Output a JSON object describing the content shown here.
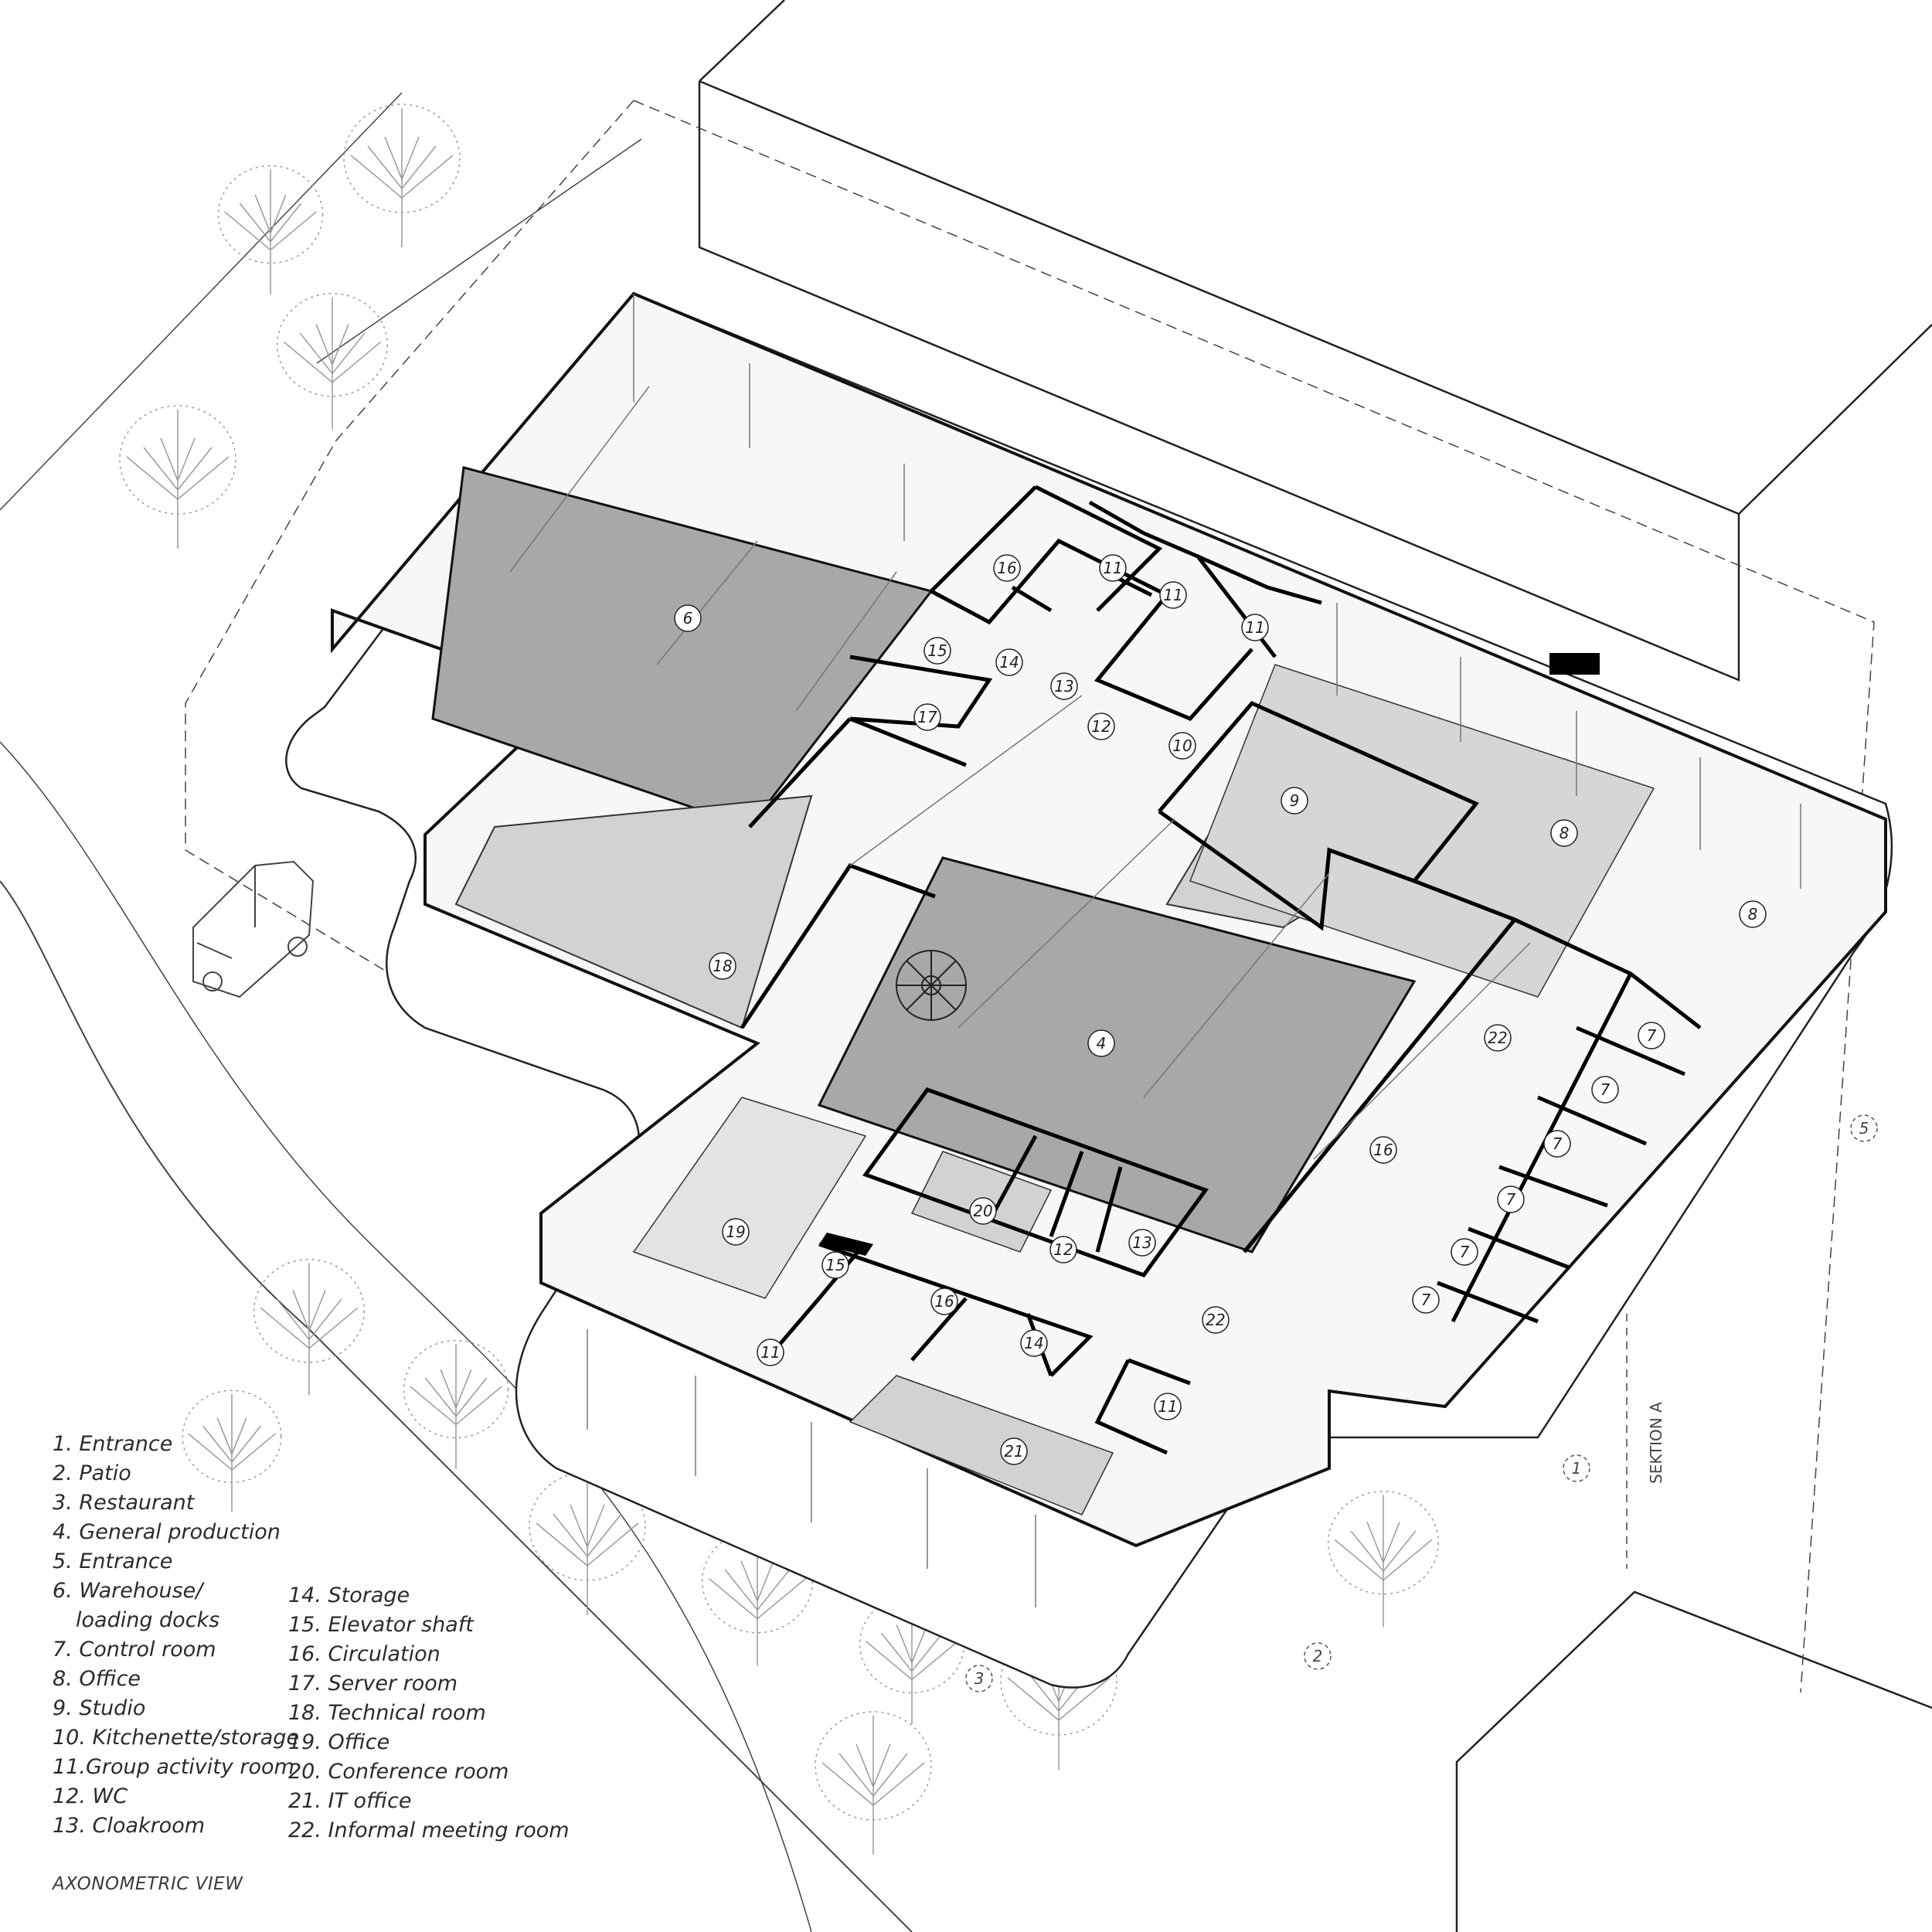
{
  "title": "AXONOMETRIC VIEW",
  "legend": {
    "column1": [
      {
        "text": "1.  Entrance"
      },
      {
        "text": "2.  Patio"
      },
      {
        "text": "3.  Restaurant"
      },
      {
        "text": "4.  General production"
      },
      {
        "text": "5.  Entrance"
      },
      {
        "text": "6.  Warehouse/"
      },
      {
        "text": "loading docks",
        "indent": true
      },
      {
        "text": "7.  Control room"
      },
      {
        "text": "8. Office"
      },
      {
        "text": "9. Studio"
      },
      {
        "text": "10. Kitchenette/storage"
      },
      {
        "text": "11.Group activity room"
      },
      {
        "text": "12. WC"
      },
      {
        "text": "13. Cloakroom"
      }
    ],
    "column2": [
      {
        "text": "14. Storage"
      },
      {
        "text": "15. Elevator shaft"
      },
      {
        "text": "16. Circulation"
      },
      {
        "text": "17. Server room"
      },
      {
        "text": "18. Technical room"
      },
      {
        "text": "19. Office"
      },
      {
        "text": "20. Conference room"
      },
      {
        "text": "21. IT office"
      },
      {
        "text": "22. Informal meeting room"
      }
    ]
  },
  "section_label": "SEKTION A",
  "room_labels": [
    {
      "id": "6",
      "room": "warehouse"
    },
    {
      "id": "16",
      "room": "circulation-north"
    },
    {
      "id": "11",
      "room": "group-activity-north-1"
    },
    {
      "id": "11",
      "room": "group-activity-north-2"
    },
    {
      "id": "11",
      "room": "group-activity-north-3"
    },
    {
      "id": "15",
      "room": "elevator-north"
    },
    {
      "id": "14",
      "room": "storage-north"
    },
    {
      "id": "13",
      "room": "cloakroom-north"
    },
    {
      "id": "12",
      "room": "wc-north"
    },
    {
      "id": "10",
      "room": "kitchenette"
    },
    {
      "id": "17",
      "room": "server-room"
    },
    {
      "id": "9",
      "room": "studio"
    },
    {
      "id": "8",
      "room": "office-east-1"
    },
    {
      "id": "8",
      "room": "office-east-2"
    },
    {
      "id": "18",
      "room": "technical-room"
    },
    {
      "id": "4",
      "room": "general-production"
    },
    {
      "id": "22",
      "room": "informal-meeting-east"
    },
    {
      "id": "7",
      "room": "control-room-1"
    },
    {
      "id": "7",
      "room": "control-room-2"
    },
    {
      "id": "7",
      "room": "control-room-3"
    },
    {
      "id": "7",
      "room": "control-room-4"
    },
    {
      "id": "7",
      "room": "control-room-5"
    },
    {
      "id": "7",
      "room": "control-room-6"
    },
    {
      "id": "16",
      "room": "circulation-east"
    },
    {
      "id": "20",
      "room": "conference-room"
    },
    {
      "id": "19",
      "room": "office-west"
    },
    {
      "id": "15",
      "room": "elevator-south"
    },
    {
      "id": "12",
      "room": "wc-south"
    },
    {
      "id": "13",
      "room": "cloakroom-south"
    },
    {
      "id": "16",
      "room": "circulation-south"
    },
    {
      "id": "14",
      "room": "storage-south"
    },
    {
      "id": "22",
      "room": "informal-meeting-south"
    },
    {
      "id": "11",
      "room": "group-activity-south-1"
    },
    {
      "id": "11",
      "room": "group-activity-south-2"
    },
    {
      "id": "21",
      "room": "it-office"
    }
  ],
  "callouts": [
    {
      "id": "1",
      "target": "entrance-south"
    },
    {
      "id": "2",
      "target": "patio"
    },
    {
      "id": "3",
      "target": "restaurant"
    },
    {
      "id": "5",
      "target": "entrance-east"
    }
  ],
  "colors": {
    "line": "#1a1a1a",
    "thin_line": "#555555",
    "floor_dark": "#a6a6a6",
    "floor_light": "#cfcfcf",
    "tree": "#9a9a9a"
  }
}
